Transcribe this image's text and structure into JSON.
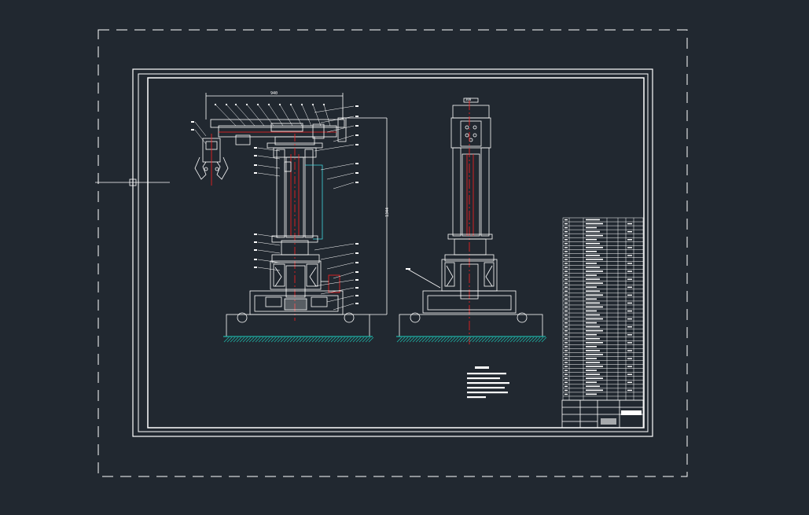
{
  "drawing": {
    "dimension_top": "940",
    "dimension_side": "1344",
    "dimension_col": "300",
    "colors": {
      "background": "#212830",
      "line": "#ffffff",
      "center_line": "#ff2020",
      "hatch": "#1fb5a8",
      "cyan": "#40d8e0"
    }
  }
}
